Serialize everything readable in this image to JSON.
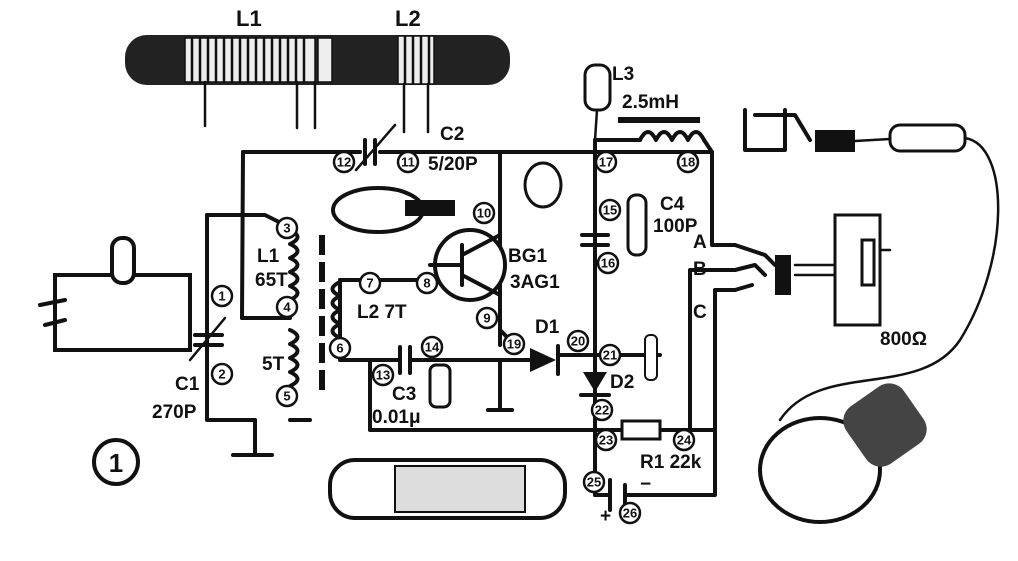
{
  "figure_number": "1",
  "components": {
    "rod_l1": "L1",
    "rod_l2": "L2",
    "l3_name": "L3",
    "l3_value": "2.5mH",
    "c2_name": "C2",
    "c2_value": "5/20P",
    "c4_name": "C4",
    "c4_value": "100P",
    "l1_name": "L1",
    "l1_turns": "65T",
    "l2_coil": "L2 7T",
    "tap_turns": "5T",
    "bg1_name": "BG1",
    "bg1_type": "3AG1",
    "d1": "D1",
    "d2": "D2",
    "c1_name": "C1",
    "c1_value": "270P",
    "c3_name": "C3",
    "c3_value": "0.01μ",
    "r1": "R1 22k",
    "earphone": "800Ω",
    "jack_a": "A",
    "jack_b": "B",
    "jack_c": "C",
    "battery_plus": "+",
    "battery_minus": "−"
  },
  "nodes": [
    "1",
    "2",
    "3",
    "4",
    "5",
    "6",
    "7",
    "8",
    "9",
    "10",
    "11",
    "12",
    "13",
    "14",
    "15",
    "16",
    "17",
    "18",
    "19",
    "20",
    "21",
    "22",
    "23",
    "24",
    "25",
    "26"
  ]
}
